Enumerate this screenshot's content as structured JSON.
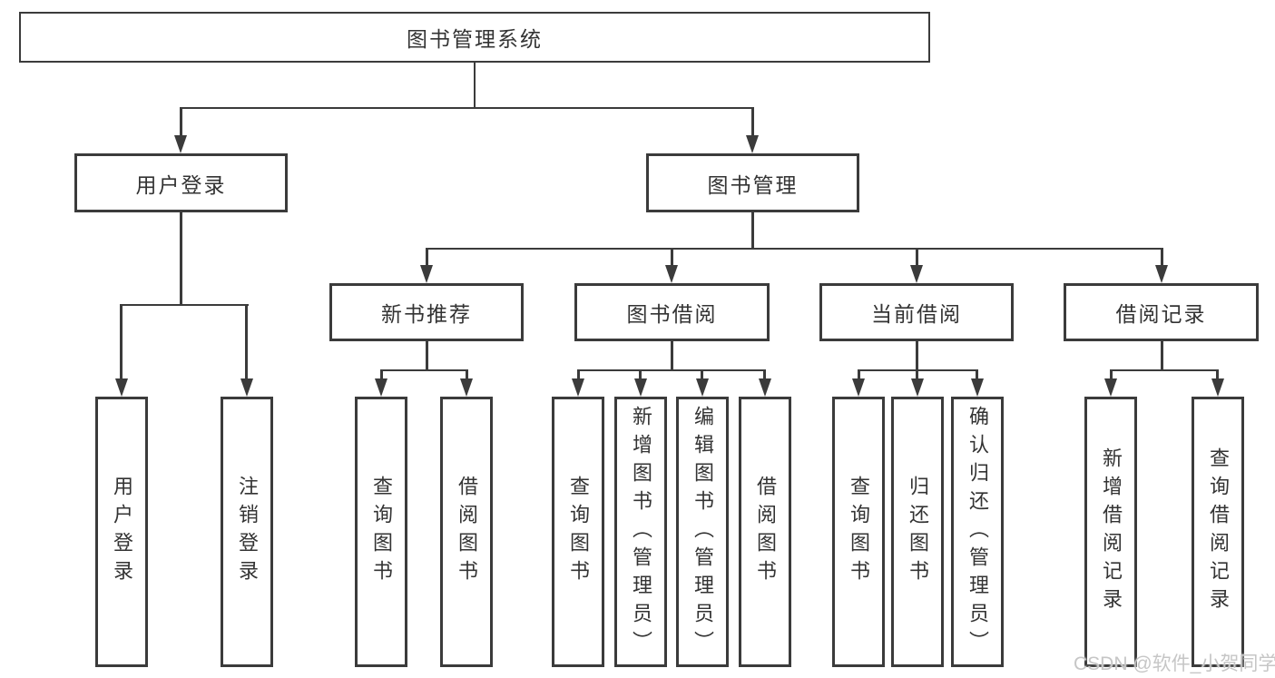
{
  "root": {
    "label": "图书管理系统"
  },
  "level2": [
    {
      "label": "用户登录",
      "parent": "图书管理系统"
    },
    {
      "label": "图书管理",
      "parent": "图书管理系统"
    }
  ],
  "level3": [
    {
      "label": "新书推荐",
      "parent": "图书管理"
    },
    {
      "label": "图书借阅",
      "parent": "图书管理"
    },
    {
      "label": "当前借阅",
      "parent": "图书管理"
    },
    {
      "label": "借阅记录",
      "parent": "图书管理"
    }
  ],
  "leaves": [
    {
      "label": "用户登录",
      "parent": "用户登录"
    },
    {
      "label": "注销登录",
      "parent": "用户登录"
    },
    {
      "label": "查询图书",
      "parent": "新书推荐"
    },
    {
      "label": "借阅图书",
      "parent": "新书推荐"
    },
    {
      "label": "查询图书",
      "parent": "图书借阅"
    },
    {
      "label": "新增图书（管理员）",
      "parent": "图书借阅"
    },
    {
      "label": "编辑图书（管理员）",
      "parent": "图书借阅"
    },
    {
      "label": "借阅图书",
      "parent": "图书借阅"
    },
    {
      "label": "查询图书",
      "parent": "当前借阅"
    },
    {
      "label": "归还图书",
      "parent": "当前借阅"
    },
    {
      "label": "确认归还（管理员）",
      "parent": "当前借阅"
    },
    {
      "label": "新增借阅记录",
      "parent": "借阅记录"
    },
    {
      "label": "查询借阅记录",
      "parent": "借阅记录"
    }
  ],
  "watermark": {
    "text": "CSDN @软件_小贺同学"
  },
  "colors": {
    "line": "#3b3b3b",
    "text": "#333333",
    "box_background": "#ffffff",
    "page_background": "#ffffff",
    "watermark": "#c6c6c6"
  }
}
